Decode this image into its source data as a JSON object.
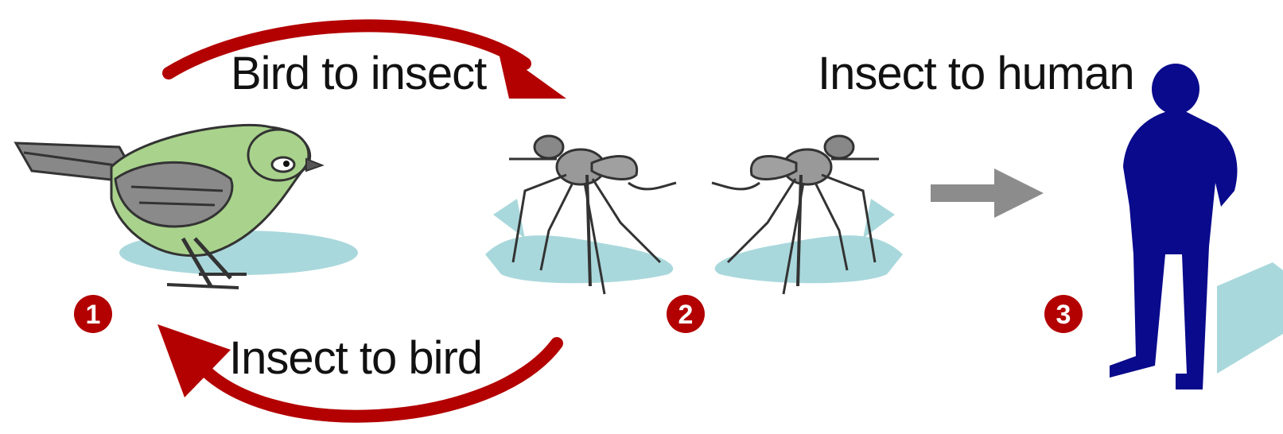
{
  "labels": {
    "bird_to_insect": "Bird to insect",
    "insect_to_bird": "Insect to bird",
    "insect_to_human": "Insect to human"
  },
  "steps": [
    "1",
    "2",
    "3"
  ],
  "icons": {
    "bird": "bird-icon",
    "mosquito_left": "mosquito-icon",
    "mosquito_right": "mosquito-icon",
    "human": "human-silhouette-icon",
    "arrow_top": "curved-arrow-right-icon",
    "arrow_bottom": "curved-arrow-left-icon",
    "arrow_to_human": "arrow-right-icon"
  },
  "colors": {
    "cycle_arrow": "#b30000",
    "step_badge": "#b30000",
    "bird_body": "#a9d38c",
    "human": "#0a0a8c",
    "shadow": "#a9d8dc",
    "mosquito": "#777777",
    "transmission_arrow": "#8c8c8c"
  }
}
